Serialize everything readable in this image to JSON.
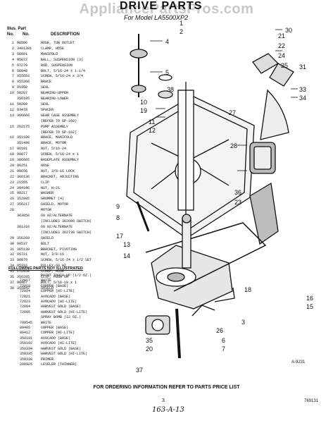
{
  "watermark": "AppliancePartsPros.com",
  "header": {
    "title": "DRIVE PARTS",
    "subtitle": "For Model LA5500XP2",
    "illus_header": "Illus. Part",
    "col_no": "No.",
    "col_part": "No.",
    "col_desc": "DESCRIPTION"
  },
  "parts": [
    {
      "no": "1",
      "part": "96586",
      "desc": "HOSE, TUB OUTLET"
    },
    {
      "no": "2",
      "part": "3401301",
      "desc": "CLAMP, HOSE"
    },
    {
      "no": "3",
      "part": "58091",
      "desc": "MANIFOLD"
    },
    {
      "no": "4",
      "part": "95072",
      "desc": "BALL, SUSPENSION (3)"
    },
    {
      "no": "5",
      "part": "97270",
      "desc": "ROD, SUSPENSION"
    },
    {
      "no": "6",
      "part": "58048",
      "desc": "BOLT, 5/16-24 x 1-1/4"
    },
    {
      "no": "7",
      "part": "355653",
      "desc": "SCREW, 5/16-24 x 3/4"
    },
    {
      "no": "8",
      "part": "355366",
      "desc": "BRACE"
    },
    {
      "no": "9",
      "part": "91950",
      "desc": "SEAL"
    },
    {
      "no": "10",
      "part": "58207",
      "desc": "BEARING-UPPER"
    },
    {
      "no": "",
      "part": "356195",
      "desc": "BEARING-LOWER"
    },
    {
      "no": "11",
      "part": "58209",
      "desc": "SEAL"
    },
    {
      "no": "12",
      "part": "93478",
      "desc": "SPACER"
    },
    {
      "no": "13",
      "part": "366666",
      "desc": "GEAR CASE ASSEMBLY"
    },
    {
      "no": "",
      "part": "",
      "desc": "(REFER TO SP-160)"
    },
    {
      "no": "15",
      "part": "262175",
      "desc": "PUMP ASSEMBLY"
    },
    {
      "no": "",
      "part": "",
      "desc": "(REFER TO SP-162)"
    },
    {
      "no": "16",
      "part": "351100",
      "desc": "BRACE, MANIFOLD"
    },
    {
      "no": "",
      "part": "351498",
      "desc": "BRACE, MOTOR"
    },
    {
      "no": "17",
      "part": "96101",
      "desc": "NUT, 5/16-24"
    },
    {
      "no": "18",
      "part": "90877",
      "desc": "SCREW, 5/16-24 x 1"
    },
    {
      "no": "19",
      "part": "366665",
      "desc": "BASEPLATE ASSEMBLY"
    },
    {
      "no": "20",
      "part": "96251",
      "desc": "HOSE"
    },
    {
      "no": "21",
      "part": "90656",
      "desc": "NUT, 3/8-16 LOCK"
    },
    {
      "no": "22",
      "part": "360136",
      "desc": "BRACKET, ADJUSTING"
    },
    {
      "no": "23",
      "part": "21555",
      "desc": "CLIP"
    },
    {
      "no": "24",
      "part": "394196",
      "desc": "NUT, H-21"
    },
    {
      "no": "25",
      "part": "90217",
      "desc": "WASHER"
    },
    {
      "no": "26",
      "part": "352995",
      "desc": "GROMMET (4)"
    },
    {
      "no": "27",
      "part": "356217",
      "desc": "SHIELD, MOTOR"
    },
    {
      "no": "28",
      "part": "",
      "desc": "MOTOR"
    },
    {
      "no": "",
      "part": "363856",
      "desc": "60 HZ/ALTERNATE"
    },
    {
      "no": "",
      "part": "",
      "desc": "(INCLUDES 362686 SWITCH)"
    },
    {
      "no": "",
      "part": "361316",
      "desc": "60 HZ/ALTERNATE"
    },
    {
      "no": "",
      "part": "",
      "desc": "(INCLUDES 362738 SWITCH)"
    },
    {
      "no": "29",
      "part": "356260",
      "desc": "SHIELD"
    },
    {
      "no": "30",
      "part": "90537",
      "desc": "BOLT"
    },
    {
      "no": "31",
      "part": "365130",
      "desc": "BRACKET, PIVOTING"
    },
    {
      "no": "32",
      "part": "95721",
      "desc": "NUT, 3/8-16"
    },
    {
      "no": "33",
      "part": "90879",
      "desc": "SCREW, 5/16-24 x 1/2 SET"
    },
    {
      "no": "34",
      "part": "95316",
      "desc": "PULLEY-60 HZ"
    },
    {
      "no": "35",
      "part": "272858",
      "desc": "CLAMP, HOSE"
    },
    {
      "no": "36",
      "part": "356285",
      "desc": "CLIP, PUSH ON"
    },
    {
      "no": "37",
      "part": "96867",
      "desc": "BOLT, 5/16-18 x 1"
    },
    {
      "no": "38",
      "part": "355842",
      "desc": "SHIELD"
    }
  ],
  "not_illustrated_header": "FOLLOWING PARTS NOT ILLUSTRATED",
  "touchup": [
    {
      "part": "",
      "desc": "PAINT TOUCH-UP (1/2 OZ.)"
    },
    {
      "part": "72017",
      "desc": "WHITE"
    },
    {
      "part": "72019",
      "desc": "COPPER (BASE)"
    },
    {
      "part": "72024",
      "desc": "COPPER (HI-LITE)"
    },
    {
      "part": "72021",
      "desc": "AVOCADO (BASE)"
    },
    {
      "part": "72023",
      "desc": "AVOCADO (HI-LITE)"
    },
    {
      "part": "72094",
      "desc": "HARVEST GOLD (BASE)"
    },
    {
      "part": "72095",
      "desc": "HARVEST GOLD (HI-LITE)"
    },
    {
      "part": "",
      "desc": "SPRAY BOMB (12 OZ.)"
    },
    {
      "part": "789545",
      "desc": "WHITE"
    },
    {
      "part": "89405",
      "desc": "COPPER (BASE)"
    },
    {
      "part": "89412",
      "desc": "COPPER (HI-LITE)"
    },
    {
      "part": "350191",
      "desc": "AVOCADO (BASE)"
    },
    {
      "part": "350192",
      "desc": "AVOCADO (HI-LITE)"
    },
    {
      "part": "350334",
      "desc": "HARVEST GOLD (BASE)"
    },
    {
      "part": "350335",
      "desc": "HARVEST GOLD (HI-LITE)"
    },
    {
      "part": "350338",
      "desc": "PRIMER"
    },
    {
      "part": "206925",
      "desc": "LEVELER (THINNER)"
    }
  ],
  "callouts": [
    "30",
    "4",
    "21",
    "22",
    "24",
    "25",
    "5",
    "38",
    "31",
    "10",
    "19",
    "33",
    "34",
    "11",
    "12",
    "27",
    "28",
    "36",
    "23",
    "1",
    "2",
    "9",
    "8",
    "17",
    "13",
    "14",
    "16",
    "15",
    "18",
    "35",
    "20",
    "3",
    "26",
    "6",
    "7",
    "37"
  ],
  "diagram_code": "A-9231",
  "footer": "FOR ORDERING INFORMATION REFER TO PARTS PRICE LIST",
  "page_number": "3",
  "form_number": "769131",
  "handwritten": "163-A-13"
}
